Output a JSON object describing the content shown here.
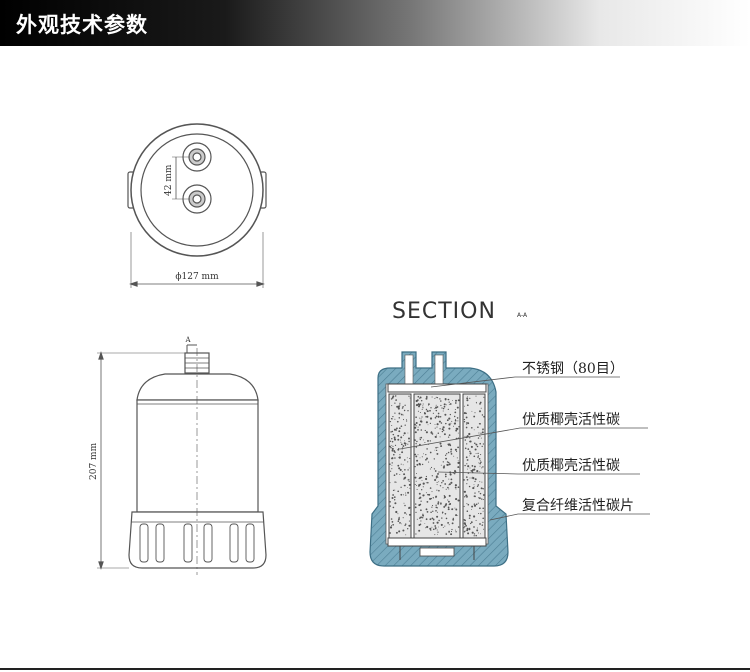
{
  "header": {
    "title": "外观技术参数"
  },
  "top_view": {
    "spacing_label": "42 mm",
    "diameter_label": "ϕ127 mm"
  },
  "side_view": {
    "section_marker": "A",
    "height_label": "207 mm"
  },
  "section_view": {
    "title": "SECTION",
    "subtitle": "A-A",
    "callouts": [
      "不锈钢（80目）",
      "优质椰壳活性碳",
      "优质椰壳活性碳",
      "复合纤维活性碳片"
    ]
  },
  "colors": {
    "line": "#555555",
    "cross_section_fill": "#6fa3b9",
    "carbon_dots": "#555555"
  }
}
